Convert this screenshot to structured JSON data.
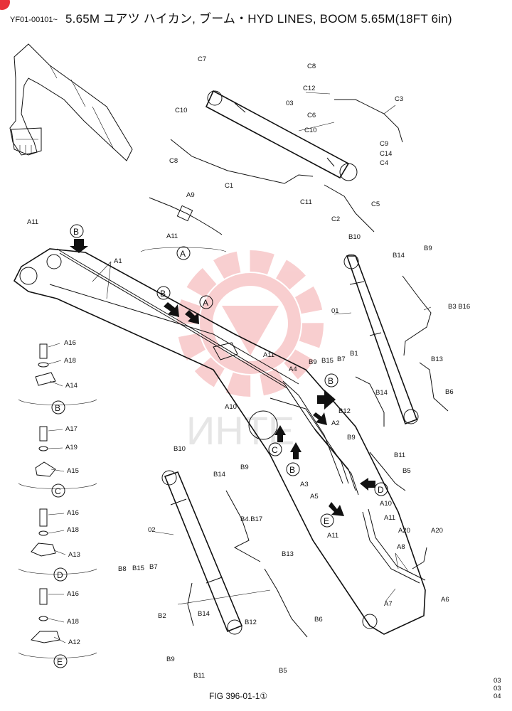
{
  "header": {
    "code": "YF01-00101~",
    "title": "5.65M ユアツ ハイカン,  ブーム・HYD LINES, BOOM 5.65M(18FT 6in)"
  },
  "footer": {
    "figure": "FIG 396-01-1①",
    "page_codes": [
      "03",
      "03",
      "04"
    ]
  },
  "watermark": {
    "text": "ИНТЕ",
    "color": "#f3a7a9"
  },
  "colors": {
    "accent": "#e8323a",
    "line": "#111111"
  },
  "views": {
    "A": "A",
    "B": "B",
    "C": "C",
    "D": "D",
    "E": "E"
  },
  "parts": {
    "c7": "C7",
    "c8a": "C8",
    "c12": "C12",
    "c3": "C3",
    "c10a": "C10",
    "c6": "C6",
    "c10b": "C10",
    "c9": "C9",
    "c14": "C14",
    "c4": "C4",
    "c5": "C5",
    "o3": "03",
    "c8b": "C8",
    "c1": "C1",
    "c11": "C11",
    "c2": "C2",
    "a9": "A9",
    "a11a": "A11",
    "a11b": "A11",
    "a1": "A1",
    "b10a": "B10",
    "b14a": "B14",
    "b9a": "B9",
    "o1": "01",
    "b3b16": "B3 B16",
    "a11c": "A11",
    "a4": "A4",
    "b9b": "B9",
    "b15a": "B15",
    "b7a": "B7",
    "b1": "B1",
    "b13a": "B13",
    "b6a": "B6",
    "a10a": "A10",
    "b12a": "B12",
    "b14b": "B14",
    "a2": "A2",
    "b9c": "B9",
    "b11a": "B11",
    "a3": "A3",
    "a5": "A5",
    "b5a": "B5",
    "a10b": "A10",
    "a11d": "A11",
    "a20a": "A20",
    "a20b": "A20",
    "a8": "A8",
    "a7": "A7",
    "a6": "A6",
    "b10b": "B10",
    "b14c": "B14",
    "b9d": "B9",
    "o2": "02",
    "b4b17": "B4.B17",
    "b13b": "B13",
    "b8": "B8",
    "b15b": "B15",
    "b7b": "B7",
    "b2": "B2",
    "b14d": "B14",
    "b12b": "B12",
    "b6b": "B6",
    "b9e": "B9",
    "b11b": "B11",
    "b5b": "B5",
    "a16a": "A16",
    "a18a": "A18",
    "a14": "A14",
    "a17": "A17",
    "a19": "A19",
    "a15": "A15",
    "a16b": "A16",
    "a18b": "A18",
    "a13": "A13",
    "a16c": "A16",
    "a18c": "A18",
    "a12": "A12"
  }
}
